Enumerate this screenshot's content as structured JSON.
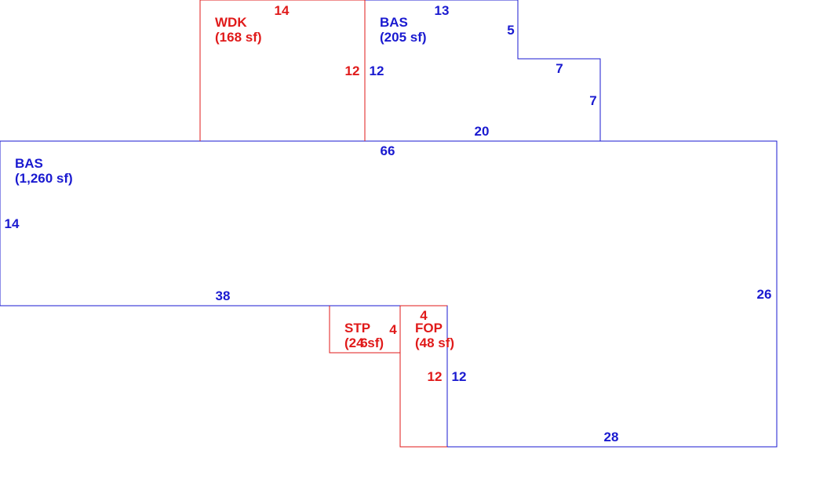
{
  "colors": {
    "blue": "#1a1ad0",
    "red": "#e01a1a"
  },
  "areas": {
    "wdk": {
      "code": "WDK",
      "area": "(168 sf)"
    },
    "bas_upper": {
      "code": "BAS",
      "area": "(205 sf)"
    },
    "bas_main": {
      "code": "BAS",
      "area": "(1,260 sf)"
    },
    "stp": {
      "code": "STP",
      "area": "(24 sf)"
    },
    "fop": {
      "code": "FOP",
      "area": "(48 sf)"
    }
  },
  "dimensions": {
    "wdk_top": "14",
    "wdk_right": "12",
    "bas_upper_top": "13",
    "bas_upper_left": "12",
    "bas_upper_step_vertical": "5",
    "bas_upper_step_horizontal": "7",
    "bas_upper_right": "7",
    "bas_upper_bottom": "20",
    "bas_main_top": "66",
    "bas_main_left": "14",
    "bas_main_notch_top": "38",
    "bas_main_right": "26",
    "bas_main_bottom": "28",
    "stp_right": "4",
    "stp_side": "6",
    "fop_top": "4",
    "fop_right_red": "12",
    "fop_right_blue": "12"
  }
}
